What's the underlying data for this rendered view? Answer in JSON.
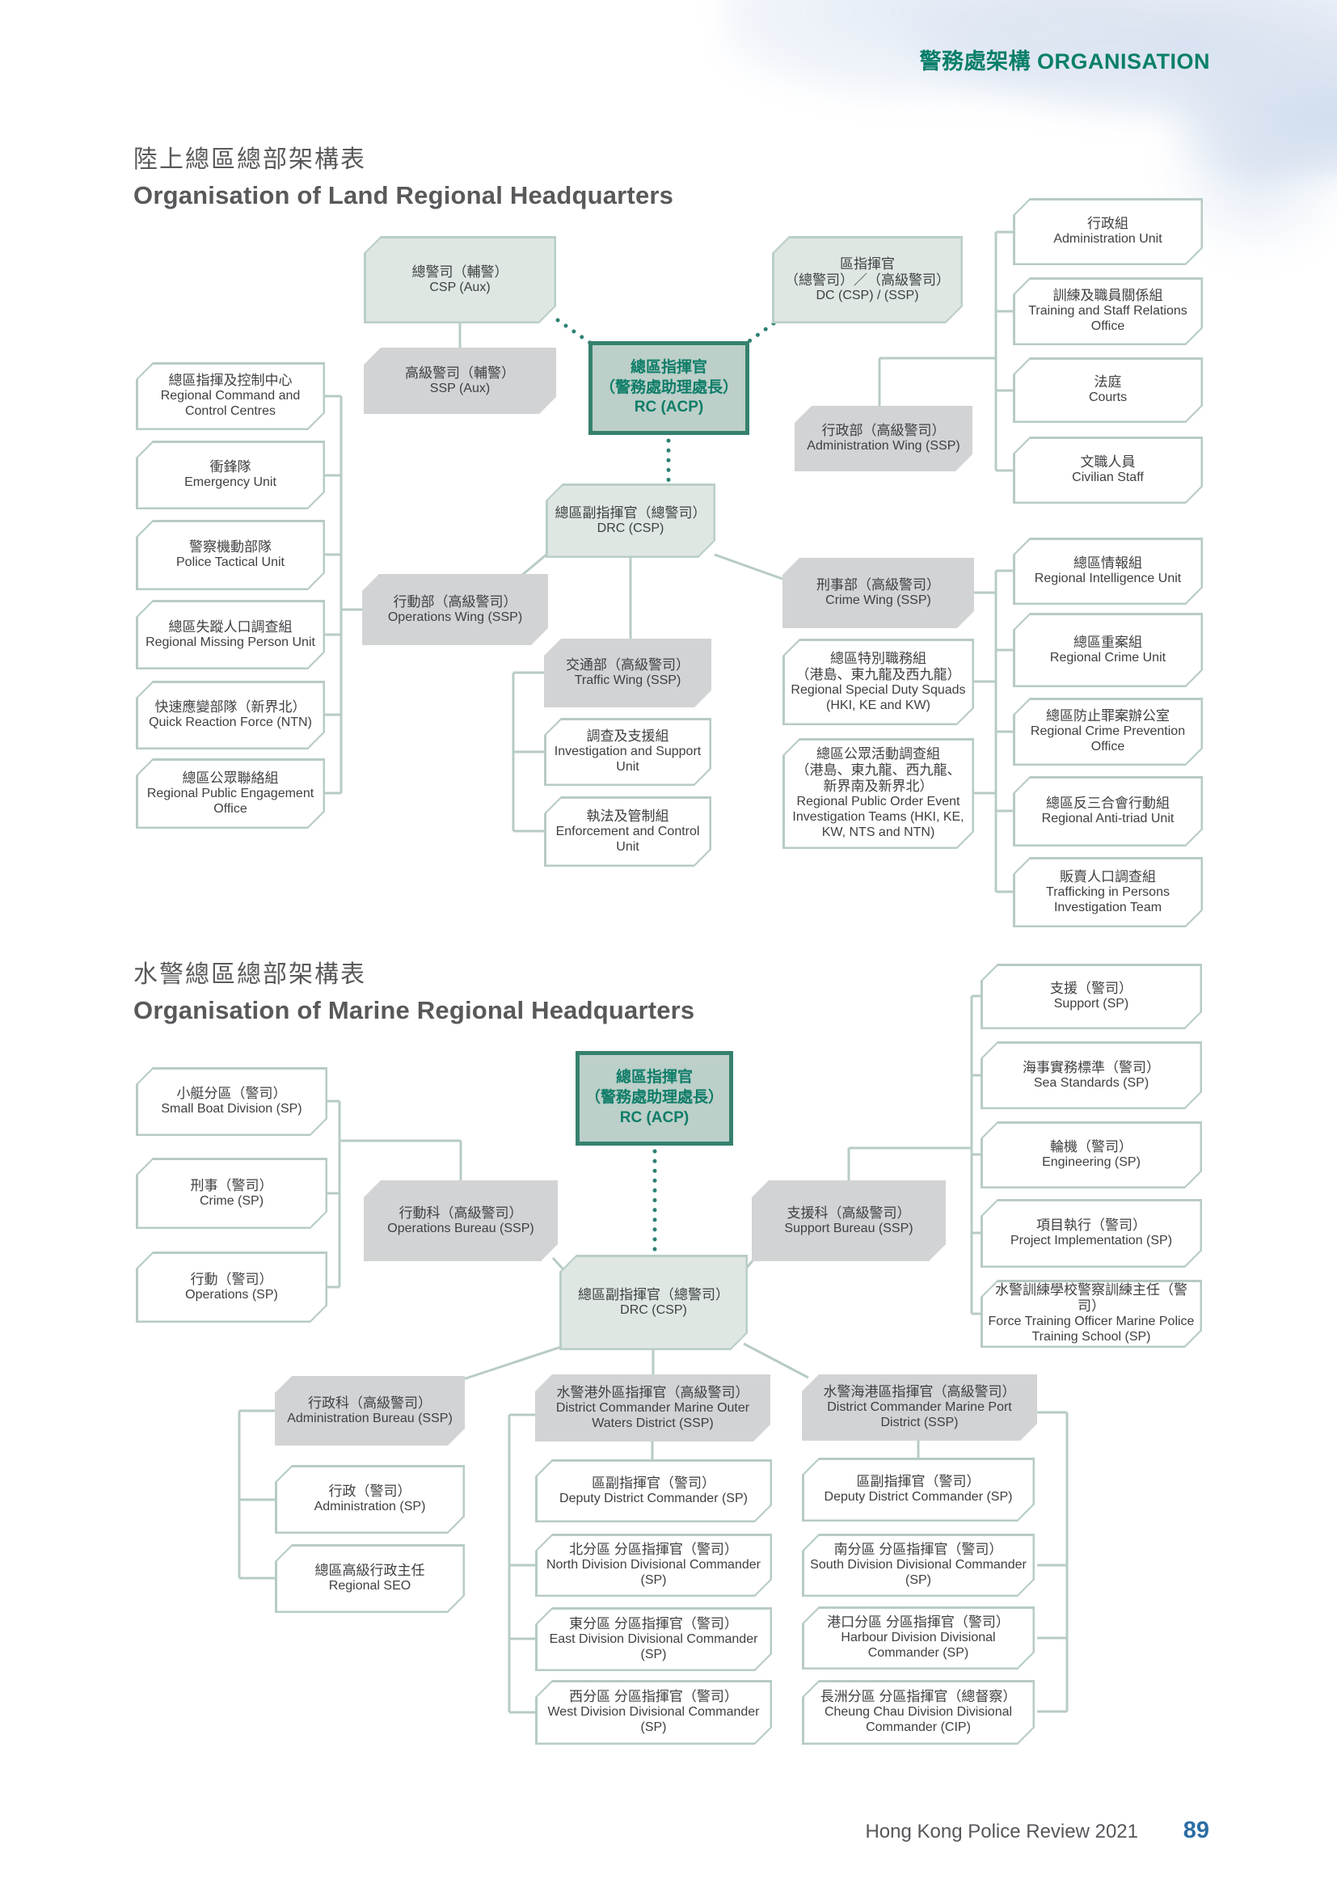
{
  "page": {
    "header_tag": "警務處架構 ORGANISATION",
    "footer_text": "Hong Kong Police Review 2021",
    "page_number": "89",
    "accent_teal": "#0a7f6a",
    "page_number_blue": "#2d6ea5"
  },
  "sections": [
    {
      "id": "land",
      "title_zh": "陸上總區總部架構表",
      "title_en": "Organisation of Land Regional Headquarters",
      "nodes": [
        {
          "id": "land-csp-aux",
          "zh": [
            "總警司（輔警）"
          ],
          "en": "CSP (Aux)"
        },
        {
          "id": "land-dc",
          "zh": [
            "區指揮官",
            "（總警司）／（高級警司）"
          ],
          "en": "DC (CSP) / (SSP)"
        },
        {
          "id": "land-ssp-aux",
          "zh": [
            "高級警司（輔警）"
          ],
          "en": "SSP (Aux)"
        },
        {
          "id": "land-rc",
          "zh": [
            "總區指揮官",
            "（警務處助理處長）"
          ],
          "en": "RC (ACP)"
        },
        {
          "id": "land-admin-wing",
          "zh": [
            "行政部（高級警司）"
          ],
          "en": "Administration Wing (SSP)"
        },
        {
          "id": "land-rccc",
          "zh": [
            "總區指揮及控制中心"
          ],
          "en": "Regional Command and Control Centres"
        },
        {
          "id": "land-eu",
          "zh": [
            "衝鋒隊"
          ],
          "en": "Emergency Unit"
        },
        {
          "id": "land-ptu",
          "zh": [
            "警察機動部隊"
          ],
          "en": "Police Tactical Unit"
        },
        {
          "id": "land-rmpu",
          "zh": [
            "總區失蹤人口調查組"
          ],
          "en": "Regional Missing Person Unit"
        },
        {
          "id": "land-qrf",
          "zh": [
            "快速應變部隊（新界北）"
          ],
          "en": "Quick Reaction Force (NTN)"
        },
        {
          "id": "land-rpeo",
          "zh": [
            "總區公眾聯絡組"
          ],
          "en": "Regional Public Engagement Office"
        },
        {
          "id": "land-admin-unit",
          "zh": [
            "行政組"
          ],
          "en": "Administration Unit"
        },
        {
          "id": "land-tsro",
          "zh": [
            "訓練及職員關係組"
          ],
          "en": "Training and Staff Relations Office"
        },
        {
          "id": "land-courts",
          "zh": [
            "法庭"
          ],
          "en": "Courts"
        },
        {
          "id": "land-civilian",
          "zh": [
            "文職人員"
          ],
          "en": "Civilian Staff"
        },
        {
          "id": "land-drc",
          "zh": [
            "總區副指揮官（總警司）"
          ],
          "en": "DRC (CSP)"
        },
        {
          "id": "land-ops-wing",
          "zh": [
            "行動部（高級警司）"
          ],
          "en": "Operations Wing (SSP)"
        },
        {
          "id": "land-crime-wing",
          "zh": [
            "刑事部（高級警司）"
          ],
          "en": "Crime Wing (SSP)"
        },
        {
          "id": "land-traffic-wing",
          "zh": [
            "交通部（高級警司）"
          ],
          "en": "Traffic Wing (SSP)"
        },
        {
          "id": "land-isu",
          "zh": [
            "調查及支援組"
          ],
          "en": "Investigation and Support Unit"
        },
        {
          "id": "land-ecu",
          "zh": [
            "執法及管制組"
          ],
          "en": "Enforcement and Control Unit"
        },
        {
          "id": "land-rsds",
          "zh": [
            "總區特別職務組",
            "（港島、東九龍及西九龍）"
          ],
          "en": "Regional Special Duty Squads (HKI, KE and KW)"
        },
        {
          "id": "land-poeit",
          "zh": [
            "總區公眾活動調查組",
            "（港島、東九龍、西九龍、",
            "新界南及新界北）"
          ],
          "en": "Regional Public Order Event Investigation Teams (HKI, KE, KW, NTS and NTN)"
        },
        {
          "id": "land-riu",
          "zh": [
            "總區情報組"
          ],
          "en": "Regional Intelligence Unit"
        },
        {
          "id": "land-rcu",
          "zh": [
            "總區重案組"
          ],
          "en": "Regional Crime Unit"
        },
        {
          "id": "land-rcpo",
          "zh": [
            "總區防止罪案辦公室"
          ],
          "en": "Regional Crime Prevention Office"
        },
        {
          "id": "land-ratu",
          "zh": [
            "總區反三合會行動組"
          ],
          "en": "Regional Anti-triad Unit"
        },
        {
          "id": "land-tipit",
          "zh": [
            "販賣人口調查組"
          ],
          "en": "Trafficking in Persons Investigation Team"
        }
      ]
    },
    {
      "id": "marine",
      "title_zh": "水警總區總部架構表",
      "title_en": "Organisation of Marine Regional Headquarters",
      "nodes": [
        {
          "id": "marine-small-boat",
          "zh": [
            "小艇分區（警司）"
          ],
          "en": "Small Boat Division (SP)"
        },
        {
          "id": "marine-crime",
          "zh": [
            "刑事（警司）"
          ],
          "en": "Crime (SP)"
        },
        {
          "id": "marine-operations",
          "zh": [
            "行動（警司）"
          ],
          "en": "Operations (SP)"
        },
        {
          "id": "marine-rc",
          "zh": [
            "總區指揮官",
            "（警務處助理處長）"
          ],
          "en": "RC (ACP)"
        },
        {
          "id": "marine-ops-bureau",
          "zh": [
            "行動科（高級警司）"
          ],
          "en": "Operations Bureau (SSP)"
        },
        {
          "id": "marine-support-bureau",
          "zh": [
            "支援科（高級警司）"
          ],
          "en": "Support Bureau (SSP)"
        },
        {
          "id": "marine-drc",
          "zh": [
            "總區副指揮官（總警司）"
          ],
          "en": "DRC (CSP)"
        },
        {
          "id": "marine-support",
          "zh": [
            "支援（警司）"
          ],
          "en": "Support (SP)"
        },
        {
          "id": "marine-sea-standards",
          "zh": [
            "海事實務標準（警司）"
          ],
          "en": "Sea Standards (SP)"
        },
        {
          "id": "marine-engineering",
          "zh": [
            "輪機（警司）"
          ],
          "en": "Engineering (SP)"
        },
        {
          "id": "marine-project-impl",
          "zh": [
            "項目執行（警司）"
          ],
          "en": "Project Implementation (SP)"
        },
        {
          "id": "marine-fto",
          "zh": [
            "水警訓練學校警察訓練主任（警司）"
          ],
          "en": "Force Training Officer Marine Police Training School (SP)"
        },
        {
          "id": "marine-admin-bureau",
          "zh": [
            "行政科（高級警司）"
          ],
          "en": "Administration Bureau (SSP)"
        },
        {
          "id": "marine-ow-dc",
          "zh": [
            "水警港外區指揮官（高級警司）"
          ],
          "en": "District Commander Marine Outer Waters District (SSP)"
        },
        {
          "id": "marine-port-dc",
          "zh": [
            "水警海港區指揮官（高級警司）"
          ],
          "en": "District Commander Marine Port District (SSP)"
        },
        {
          "id": "marine-admin-sp",
          "zh": [
            "行政（警司）"
          ],
          "en": "Administration (SP)"
        },
        {
          "id": "marine-seo",
          "zh": [
            "總區高級行政主任"
          ],
          "en": "Regional SEO"
        },
        {
          "id": "marine-ow-ddc",
          "zh": [
            "區副指揮官（警司）"
          ],
          "en": "Deputy District Commander (SP)"
        },
        {
          "id": "marine-north",
          "zh": [
            "北分區 分區指揮官（警司）"
          ],
          "en": "North Division Divisional Commander (SP)"
        },
        {
          "id": "marine-east",
          "zh": [
            "東分區 分區指揮官（警司）"
          ],
          "en": "East Division Divisional Commander (SP)"
        },
        {
          "id": "marine-west",
          "zh": [
            "西分區 分區指揮官（警司）"
          ],
          "en": "West Division Divisional Commander (SP)"
        },
        {
          "id": "marine-port-ddc",
          "zh": [
            "區副指揮官（警司）"
          ],
          "en": "Deputy District Commander (SP)"
        },
        {
          "id": "marine-south",
          "zh": [
            "南分區 分區指揮官（警司）"
          ],
          "en": "South Division Divisional Commander (SP)"
        },
        {
          "id": "marine-harbour",
          "zh": [
            "港口分區 分區指揮官（警司）"
          ],
          "en": "Harbour Division Divisional Commander (SP)"
        },
        {
          "id": "marine-cheung-chau",
          "zh": [
            "長洲分區 分區指揮官（總督察）"
          ],
          "en": "Cheung Chau Division Divisional Commander (CIP)"
        }
      ]
    }
  ]
}
